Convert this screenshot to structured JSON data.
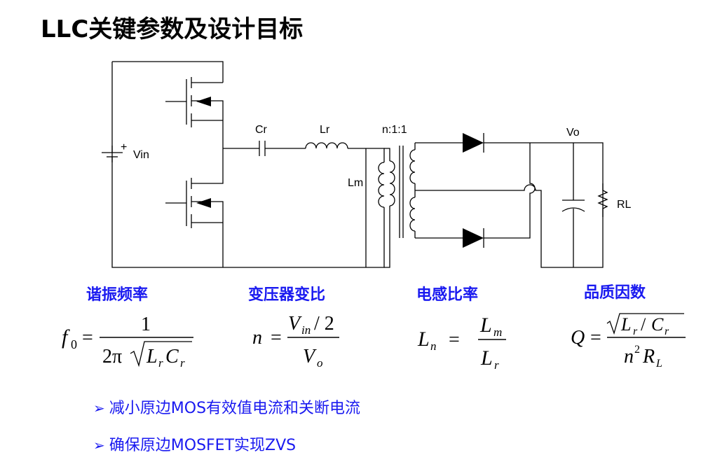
{
  "title": "LLC关键参数及设计目标",
  "circuit": {
    "labels": {
      "vin": "Vin",
      "cr": "Cr",
      "lr": "Lr",
      "lm": "Lm",
      "ratio": "n:1:1",
      "vo": "Vo",
      "rl": "RL",
      "plus": "+"
    }
  },
  "params": [
    {
      "heading": "谐振频率"
    },
    {
      "heading": "变压器变比"
    },
    {
      "heading": "电感比率"
    },
    {
      "heading": "品质因数"
    }
  ],
  "formulas": {
    "f0": {
      "lhs": "f",
      "sub": "0",
      "eq": "=",
      "num": "1",
      "den_pre": "2π",
      "den_L": "L",
      "den_Lsub": "r",
      "den_C": "C",
      "den_Csub": "r"
    },
    "n": {
      "lhs": "n",
      "eq": "=",
      "num_V": "V",
      "num_sub": "in",
      "num_rest": "/ 2",
      "den_V": "V",
      "den_sub": "o"
    },
    "ln": {
      "lhs": "L",
      "sub": "n",
      "eq": "=",
      "num": "L",
      "num_sub": "m",
      "den": "L",
      "den_sub": "r"
    },
    "q": {
      "lhs": "Q",
      "eq": "=",
      "num_L": "L",
      "num_Lsub": "r",
      "num_slash": "/",
      "num_C": "C",
      "num_Csub": "r",
      "den_n": "n",
      "den_sup": "2",
      "den_R": "R",
      "den_Rsub": "L"
    }
  },
  "bullets": [
    {
      "marker": "➢",
      "text": "减小原边MOS有效值电流和关断电流"
    },
    {
      "marker": "➢",
      "text": "确保原边MOSFET实现ZVS"
    }
  ]
}
